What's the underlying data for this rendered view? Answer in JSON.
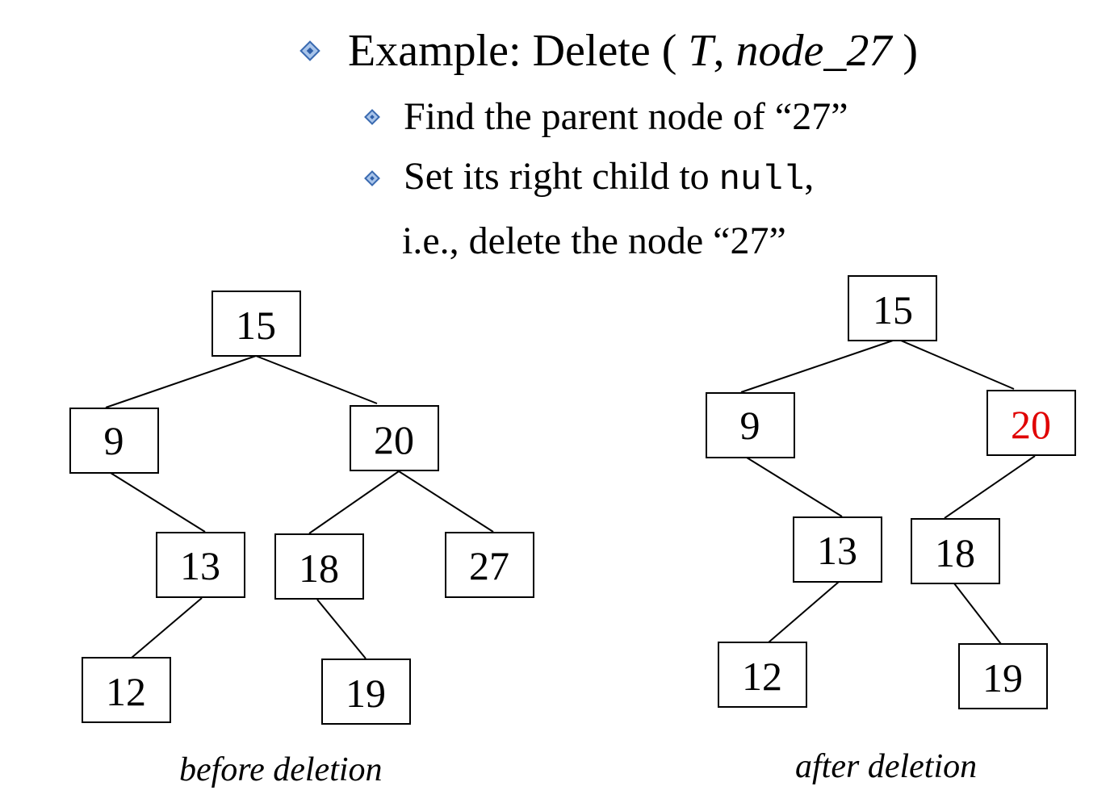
{
  "heading": {
    "prefix": "Example: Delete ( ",
    "arg1": "T",
    "sep": ", ",
    "arg2": "node_27",
    "suffix": " )"
  },
  "bullets": {
    "find": "Find the parent node of “27”",
    "set_prefix": "Set its right child to ",
    "set_code": "null",
    "set_suffix": ",",
    "continuation": "i.e., delete the node “27”"
  },
  "colors": {
    "bullet_fill": "#a8c4ea",
    "bullet_stroke": "#3a6ab0",
    "highlight": "#e00000"
  },
  "trees": {
    "before": {
      "caption": "before deletion",
      "nodes": [
        "15",
        "9",
        "20",
        "13",
        "18",
        "27",
        "12",
        "19"
      ],
      "edges": [
        [
          "15",
          "9"
        ],
        [
          "15",
          "20"
        ],
        [
          "9",
          "13"
        ],
        [
          "20",
          "18"
        ],
        [
          "20",
          "27"
        ],
        [
          "13",
          "12"
        ],
        [
          "18",
          "19"
        ]
      ]
    },
    "after": {
      "caption": "after deletion",
      "nodes": [
        "15",
        "9",
        "20",
        "13",
        "18",
        "12",
        "19"
      ],
      "highlighted": [
        "20"
      ],
      "edges": [
        [
          "15",
          "9"
        ],
        [
          "15",
          "20"
        ],
        [
          "9",
          "13"
        ],
        [
          "20",
          "18"
        ],
        [
          "13",
          "12"
        ],
        [
          "18",
          "19"
        ]
      ]
    }
  }
}
